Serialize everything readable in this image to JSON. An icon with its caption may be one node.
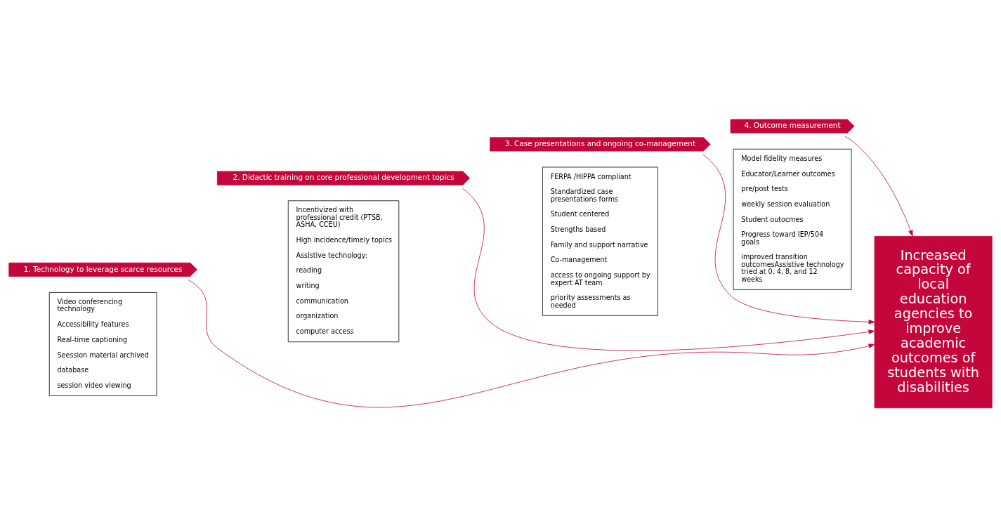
{
  "diagram": {
    "nodes": [
      {
        "text": [
          "1. Technology to leverage scarce resources"
        ]
      },
      {
        "text": [
          "Video conferencing technology",
          "Accessibility features",
          "Real-time captioning",
          "Seession material archived",
          "database",
          "session video viewing"
        ]
      },
      {
        "text": [
          "2. Didactic training on core professional development topics"
        ]
      },
      {
        "text": [
          "Incentivized with professional credit (PTSB, ASHA, CCEU)",
          "High incidence/timely topics",
          "Assistive technology:",
          "reading",
          "writing",
          "communication",
          "organization",
          "computer access"
        ]
      },
      {
        "text": [
          "3. Case presentations and ongoing co-management"
        ]
      },
      {
        "text": [
          "FERPA /HIPPA compliant",
          "Standardized case presentations forms",
          "Student centered",
          "Strengths based",
          "Family and support narrative",
          "Co-management",
          "access to ongoing support by expert AT team",
          "priority assessments as needed"
        ]
      },
      {
        "text": [
          "4. Outcome measurement"
        ]
      },
      {
        "text": [
          "Model fidelity measures",
          "Educator/Learner outcomes",
          "pre/post tests",
          "weekly session evaluation",
          "Student outocmes",
          "Progress toward IEP/504 goals",
          "improved transition outcomesAssistive technology tried at 0, 4, 8, and 12 weeks"
        ]
      },
      {
        "text": [
          "Increased capacity of local education agencies to improve academic outcomes of students with disabilities"
        ]
      }
    ],
    "edges": [
      {
        "from": 0,
        "to": 8,
        "arrow": "to"
      },
      {
        "from": 2,
        "to": 8,
        "arrow": "to"
      },
      {
        "from": 4,
        "to": 8,
        "arrow": "to"
      },
      {
        "from": 6,
        "to": 8,
        "arrow": "to"
      }
    ]
  }
}
